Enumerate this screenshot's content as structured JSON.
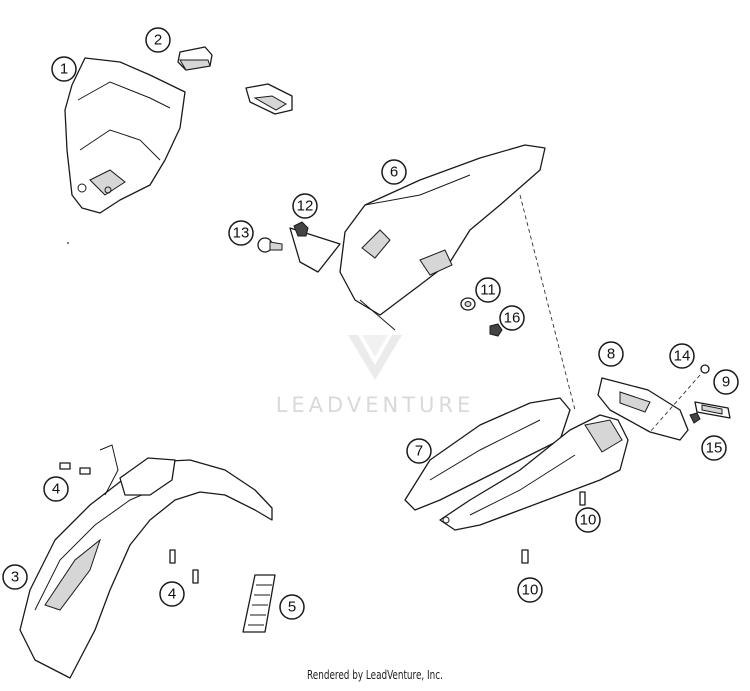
{
  "watermark": "LEADVENTURE",
  "footer": "Rendered by LeadVenture, Inc.",
  "callouts": [
    {
      "id": "c1",
      "label": "1"
    },
    {
      "id": "c2",
      "label": "2"
    },
    {
      "id": "c3",
      "label": "3"
    },
    {
      "id": "c4a",
      "label": "4"
    },
    {
      "id": "c4b",
      "label": "4"
    },
    {
      "id": "c5",
      "label": "5"
    },
    {
      "id": "c6",
      "label": "6"
    },
    {
      "id": "c7",
      "label": "7"
    },
    {
      "id": "c8",
      "label": "8"
    },
    {
      "id": "c9",
      "label": "9"
    },
    {
      "id": "c10a",
      "label": "10"
    },
    {
      "id": "c10b",
      "label": "10"
    },
    {
      "id": "c11",
      "label": "11"
    },
    {
      "id": "c12",
      "label": "12"
    },
    {
      "id": "c13",
      "label": "13"
    },
    {
      "id": "c14",
      "label": "14"
    },
    {
      "id": "c15",
      "label": "15"
    },
    {
      "id": "c16",
      "label": "16"
    }
  ]
}
